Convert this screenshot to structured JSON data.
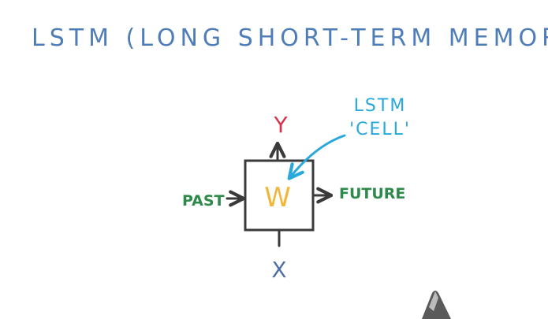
{
  "title": "LSTM (LONG SHORT-TERM MEMORY)",
  "diagram": {
    "cell_weight_label": "W",
    "output_label": "Y",
    "input_label": "X",
    "left_label": "PAST",
    "right_label": "FUTURE",
    "callout_line1": "LSTM",
    "callout_line2": "'CELL'"
  },
  "colors": {
    "title": "#4f7db8",
    "box": "#3a3a3a",
    "weight": "#f0b83a",
    "output": "#d6324a",
    "input": "#4f6fa8",
    "side_labels": "#2e8a4a",
    "callout": "#29a8dc",
    "pen": "#555555"
  }
}
